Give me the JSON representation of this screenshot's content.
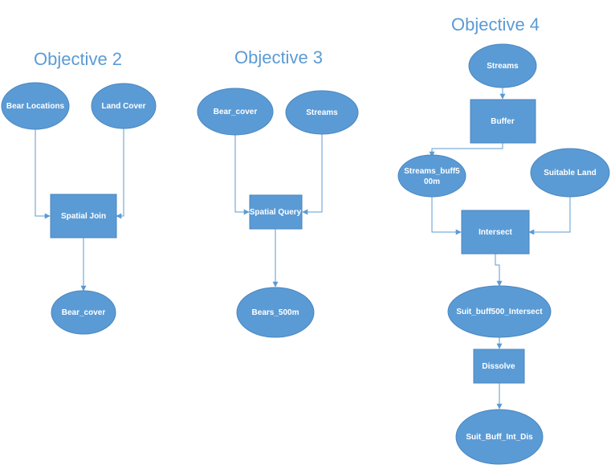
{
  "titles": {
    "obj2": "Objective 2",
    "obj3": "Objective 3",
    "obj4": "Objective 4"
  },
  "nodes": {
    "bear_locations": "Bear Locations",
    "land_cover": "Land Cover",
    "spatial_join": "Spatial Join",
    "bear_cover_out": "Bear_cover",
    "bear_cover_in": "Bear_cover",
    "streams_obj3": "Streams",
    "spatial_query": "Spatial Query",
    "bears_500m": "Bears_500m",
    "streams_obj4": "Streams",
    "buffer": "Buffer",
    "streams_buff_line1": "Streams_buff5",
    "streams_buff_line2": "00m",
    "suitable_land": "Suitable Land",
    "intersect": "Intersect",
    "suit_buff500_intersect": "Suit_buff500_Intersect",
    "dissolve": "Dissolve",
    "suit_buff_int_dis": "Suit_Buff_Int_Dis"
  },
  "colors": {
    "accent": "#5b9bd5",
    "text_on_shape": "#ffffff"
  }
}
